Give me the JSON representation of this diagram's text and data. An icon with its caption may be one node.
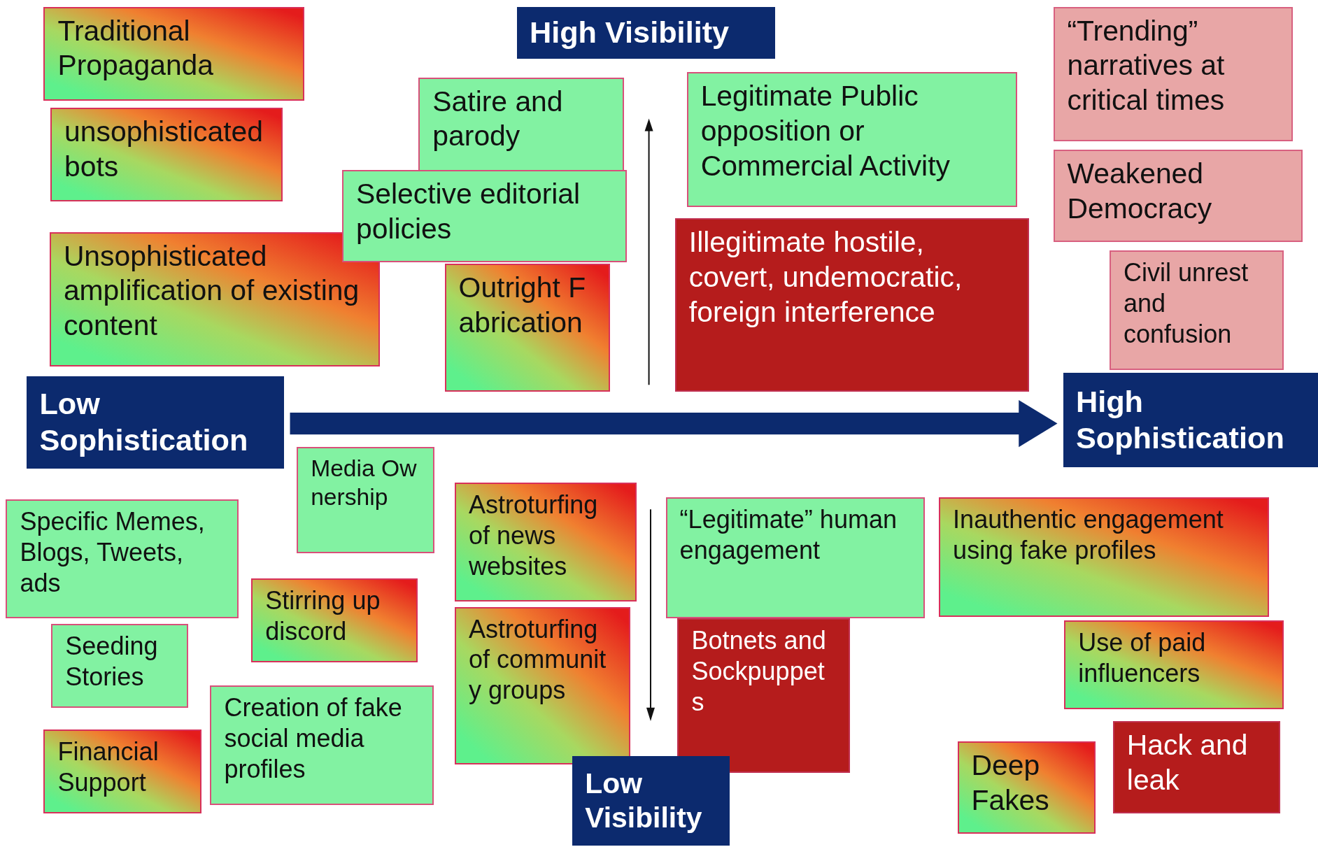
{
  "diagram": {
    "nodes": [
      {
        "text": [
          "Traditional Propaganda"
        ]
      },
      {
        "text": [
          "High Visibility"
        ]
      },
      {
        "text": [
          "“Trending” narratives at critical times"
        ]
      },
      {
        "text": [
          "unsophisticated bots"
        ]
      },
      {
        "text": [
          "Satire and parody"
        ]
      },
      {
        "text": [
          "Legitimate Public opposition or Commercial Activity"
        ]
      },
      {
        "text": [
          "Selective editorial policies"
        ]
      },
      {
        "text": [
          "Weakened Democracy"
        ]
      },
      {
        "text": [
          "Unsophisticated amplification of existing content"
        ]
      },
      {
        "text": [
          "Outright Fabrication"
        ]
      },
      {
        "text": [
          "Illegitimate hostile, covert, undemocratic, foreign interference"
        ]
      },
      {
        "text": [
          "Civil unrest and confusion"
        ]
      },
      {
        "text": [
          "Low Sophistication"
        ]
      },
      {
        "text": [
          "High Sophistication"
        ]
      },
      {
        "text": [
          "Media Ownership"
        ]
      },
      {
        "text": [
          "Specific Memes, Blogs, Tweets, ads"
        ]
      },
      {
        "text": [
          "Astroturfing of news websites"
        ]
      },
      {
        "text": [
          "“Legitimate” human engagement"
        ]
      },
      {
        "text": [
          "Inauthentic engagement using fake profiles"
        ]
      },
      {
        "text": [
          "Stirring up discord"
        ]
      },
      {
        "text": [
          "Seeding Stories"
        ]
      },
      {
        "text": [
          "Astroturfing of community groups"
        ]
      },
      {
        "text": [
          "Botnets and Sockpuppets"
        ]
      },
      {
        "text": [
          "Use of paid influencers"
        ]
      },
      {
        "text": [
          "Creation of fake social media profiles"
        ]
      },
      {
        "text": [
          "Financial Support"
        ]
      },
      {
        "text": [
          "Low Visibility"
        ]
      },
      {
        "text": [
          "Deep Fakes"
        ]
      },
      {
        "text": [
          "Hack and leak"
        ]
      }
    ]
  }
}
